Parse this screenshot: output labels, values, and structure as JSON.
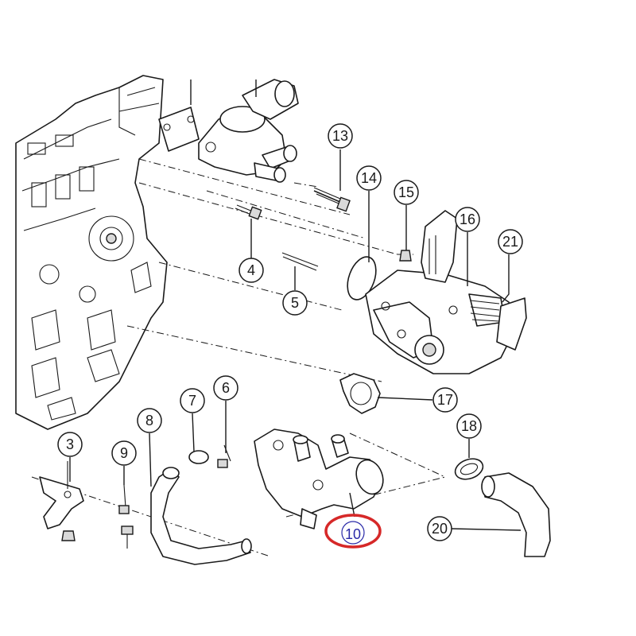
{
  "colors": {
    "line": "#1a1a1a",
    "highlight_ring": "#d62828",
    "highlight_text": "#2a2aa8",
    "background": "#ffffff"
  },
  "callouts": [
    {
      "id": "c3",
      "label": "3"
    },
    {
      "id": "c4",
      "label": "4"
    },
    {
      "id": "c5",
      "label": "5"
    },
    {
      "id": "c6",
      "label": "6"
    },
    {
      "id": "c7",
      "label": "7"
    },
    {
      "id": "c8",
      "label": "8"
    },
    {
      "id": "c9",
      "label": "9"
    },
    {
      "id": "c10",
      "label": "10",
      "highlighted": true
    },
    {
      "id": "c13",
      "label": "13"
    },
    {
      "id": "c14",
      "label": "14"
    },
    {
      "id": "c15",
      "label": "15"
    },
    {
      "id": "c16",
      "label": "16"
    },
    {
      "id": "c17",
      "label": "17"
    },
    {
      "id": "c18",
      "label": "18"
    },
    {
      "id": "c20",
      "label": "20"
    },
    {
      "id": "c21",
      "label": "21"
    }
  ]
}
